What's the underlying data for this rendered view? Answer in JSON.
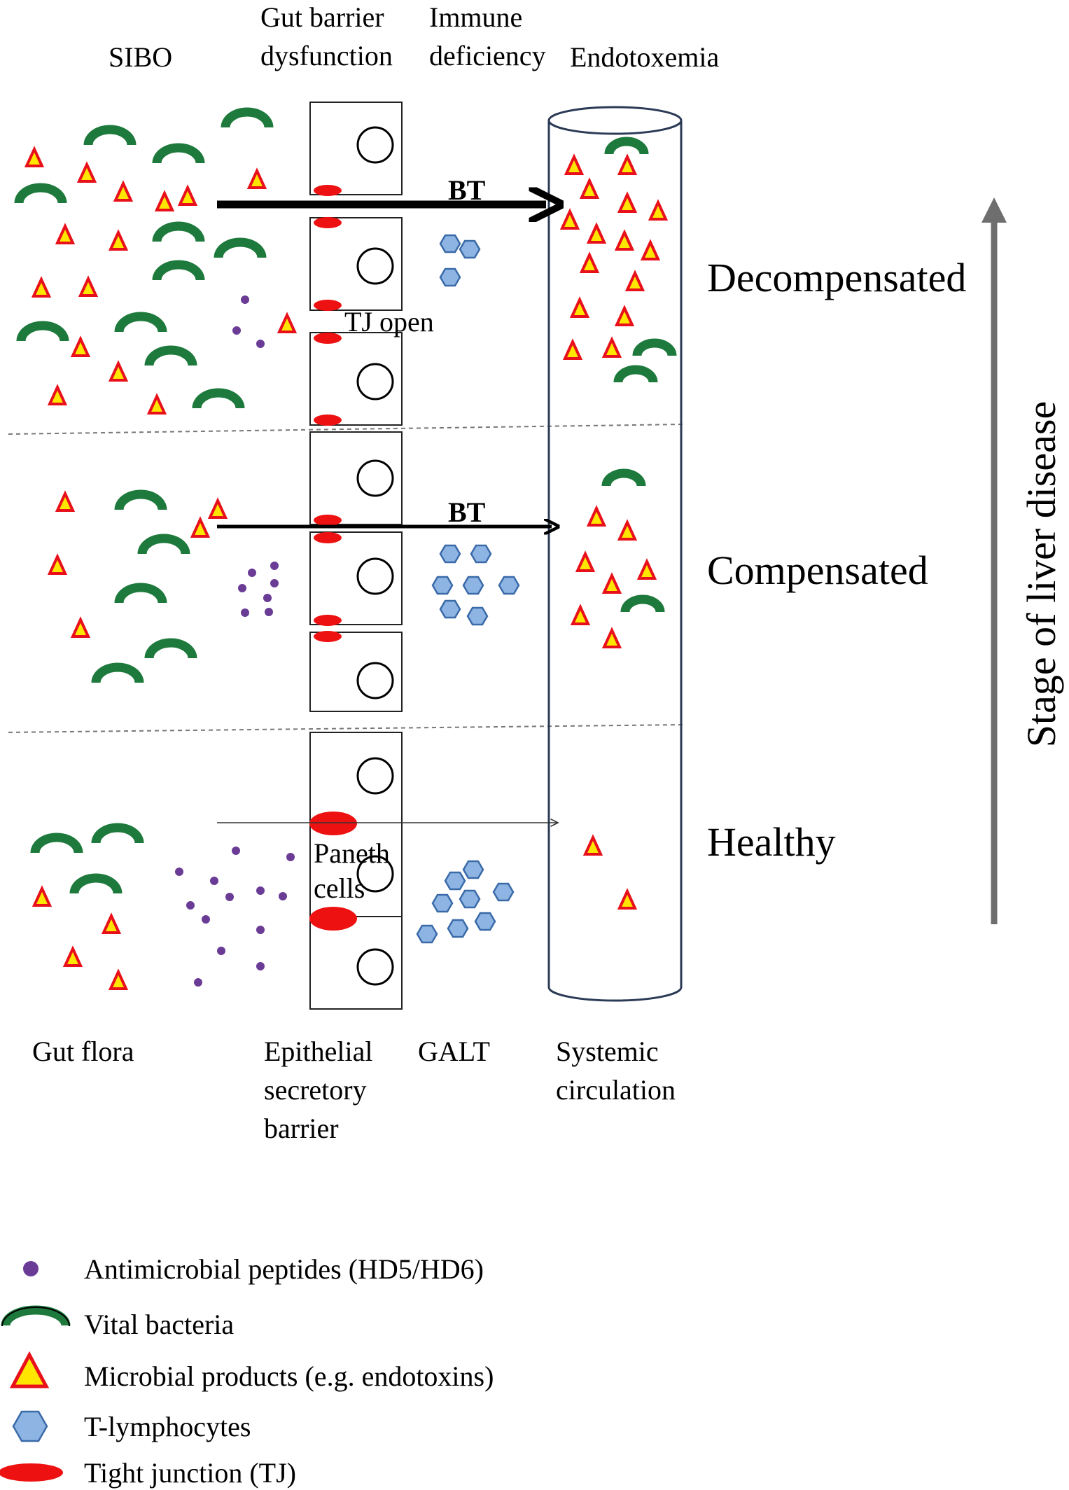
{
  "header": {
    "sibo": "SIBO",
    "gut_barrier_line1": "Gut barrier",
    "gut_barrier_line2": "dysfunction",
    "immune_line1": "Immune",
    "immune_line2": "deficiency",
    "endotoxemia": "Endotoxemia"
  },
  "stages": {
    "decompensated": "Decompensated",
    "compensated": "Compensated",
    "healthy": "Healthy"
  },
  "annotations": {
    "bt_top": "BT",
    "bt_middle": "BT",
    "tj_open": "TJ open",
    "paneth_line1": "Paneth",
    "paneth_line2": "cells"
  },
  "axis": {
    "label": "Stage of liver disease"
  },
  "footer": {
    "gut_flora": "Gut flora",
    "epithelial_line1": "Epithelial",
    "epithelial_line2": "secretory",
    "epithelial_line3": "barrier",
    "galt": "GALT",
    "systemic_line1": "Systemic",
    "systemic_line2": "circulation"
  },
  "legend": [
    {
      "icon": "amp-dot-icon",
      "label": "Antimicrobial peptides (HD5/HD6)"
    },
    {
      "icon": "vital-bacteria-icon",
      "label": "Vital bacteria"
    },
    {
      "icon": "microbial-product-icon",
      "label": "Microbial products (e.g. endotoxins)"
    },
    {
      "icon": "t-lymphocyte-icon",
      "label": "T-lymphocytes"
    },
    {
      "icon": "tight-junction-icon",
      "label": "Tight junction (TJ)"
    }
  ],
  "colors": {
    "bacteria": "#1e7a3c",
    "triangle_fill": "#ffe600",
    "triangle_stroke": "#e8101a",
    "amp": "#6a3c96",
    "lymphocyte_fill": "#8eb4e3",
    "lymphocyte_stroke": "#3a6aa8",
    "tight_junction": "#ee1111",
    "tube_stroke": "#2b3a55",
    "axis": "#6e6e6e"
  }
}
